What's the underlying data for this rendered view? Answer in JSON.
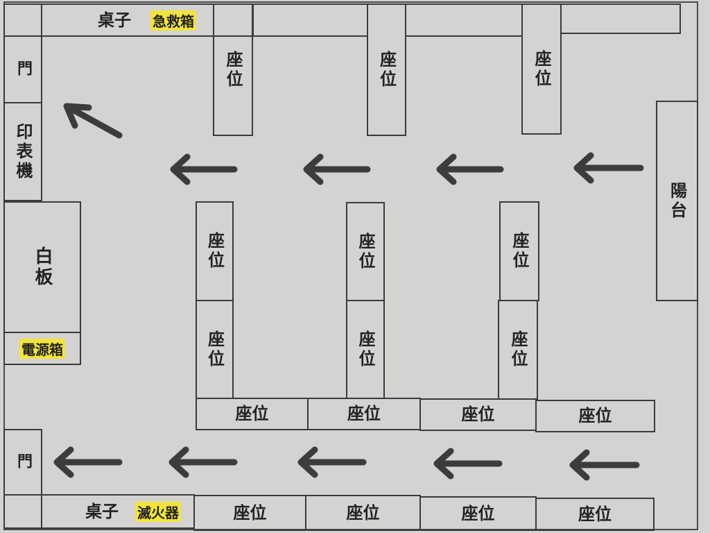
{
  "top_desk": {
    "label": "桌子",
    "tag": "急救箱"
  },
  "bottom_desk": {
    "label": "桌子",
    "tag": "滅火器"
  },
  "door_top": "門",
  "door_bottom": "門",
  "printer": "印表機",
  "whiteboard": "白板",
  "power_box": "電源箱",
  "balcony": "陽台",
  "seat_label": "座位",
  "icons": {
    "arrow": "arrow-left-icon",
    "diag_arrow": "arrow-up-left-icon"
  }
}
